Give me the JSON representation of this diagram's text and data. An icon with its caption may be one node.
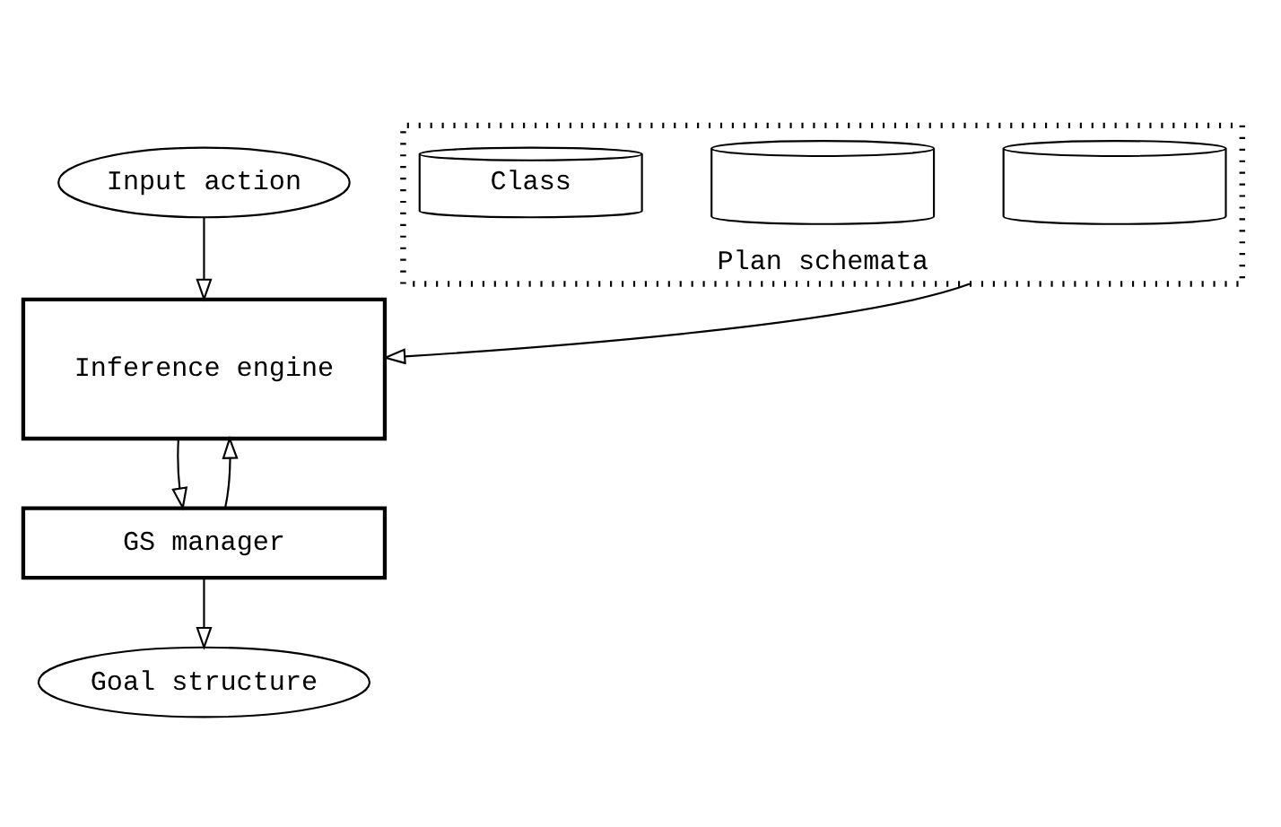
{
  "diagram": {
    "nodes": [
      {
        "text": [
          "Input action"
        ]
      },
      {
        "text": [
          "Inference engine"
        ]
      },
      {
        "text": [
          "Plan schemata"
        ]
      },
      {
        "text": [],
        "shape": "cylinder",
        "in": 2
      },
      {
        "text": [],
        "shape": "cylinder",
        "in": 2
      },
      {
        "text": [
          "Class"
        ],
        "in": 2
      },
      {
        "text": [
          "GS manager"
        ]
      },
      {
        "text": [
          "Goal structure"
        ]
      }
    ],
    "edges": [
      {
        "from": 0,
        "to": 1,
        "arrow": "to"
      },
      {
        "from": 2,
        "to": 1,
        "arrow": "to"
      },
      {
        "from": 1,
        "to": 6,
        "arrow": "to"
      },
      {
        "from": 6,
        "to": 1,
        "arrow": "to"
      },
      {
        "from": 6,
        "to": 7,
        "arrow": "to"
      }
    ]
  }
}
